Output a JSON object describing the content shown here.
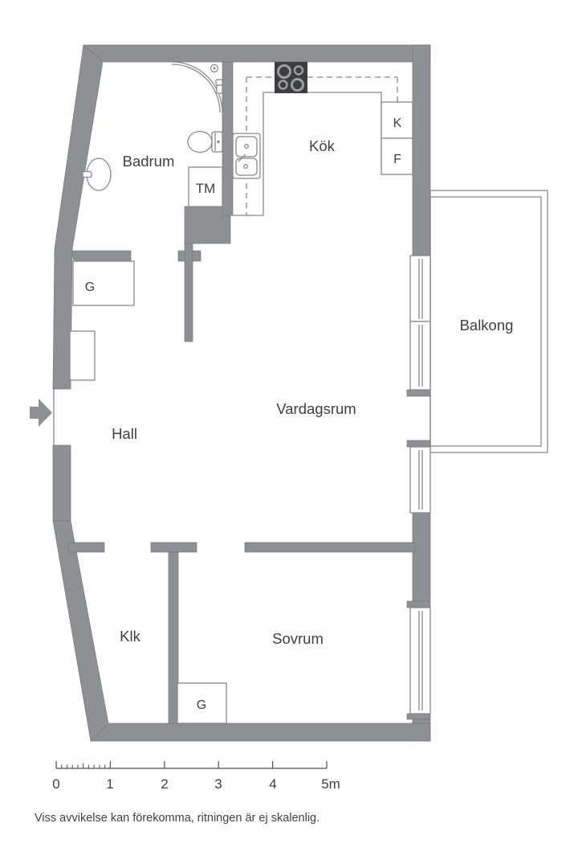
{
  "plan": {
    "rooms": {
      "badrum": "Badrum",
      "kok": "Kök",
      "hall": "Hall",
      "vardagsrum": "Vardagsrum",
      "balkong": "Balkong",
      "klk": "Klk",
      "sovrum": "Sovrum"
    },
    "storage": {
      "tm": "TM",
      "kyl": "K",
      "frys": "F",
      "g_hall": "G",
      "g_sovrum": "G"
    },
    "icons": {
      "entrance_arrow": "right-arrow",
      "stove": "4-burner-cooktop",
      "kitchen_sink": "double-basin-sink",
      "shower": "corner-shower",
      "toilet": "toilet",
      "bathroom_sink": "round-wall-sink",
      "window": "double-line-window",
      "balcony": "double-line-railing"
    },
    "scale_bar": {
      "labels": [
        "0",
        "1",
        "2",
        "3",
        "4",
        "5m"
      ]
    },
    "disclaimer": "Viss avvikelse kan förekomma, ritningen är ej skalenlig.",
    "colors": {
      "wall": "#8d9195",
      "wall_outline": "#74787c",
      "line": "#85898d",
      "text": "#3d4145",
      "stove_body": "#3b3f43",
      "stove_ring": "#9ba0a4",
      "background": "#ffffff"
    }
  }
}
